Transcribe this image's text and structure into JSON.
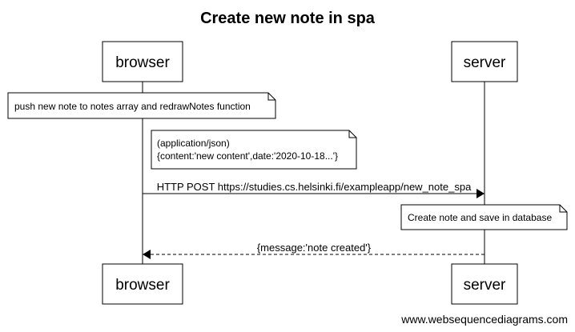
{
  "title": "Create new note in spa",
  "participants": {
    "browser": "browser",
    "server": "server"
  },
  "notes": {
    "push": "push new note to notes array and redrawNotes function",
    "json_line1": "(application/json)",
    "json_line2": "{content:'new content',date:'2020-10-18...'}",
    "server_note": "Create note and save in database"
  },
  "messages": {
    "post": "HTTP POST https://studies.cs.helsinki.fi/exampleapp/new_note_spa",
    "response": "{message:'note created'}"
  },
  "footer": "www.websequencediagrams.com"
}
